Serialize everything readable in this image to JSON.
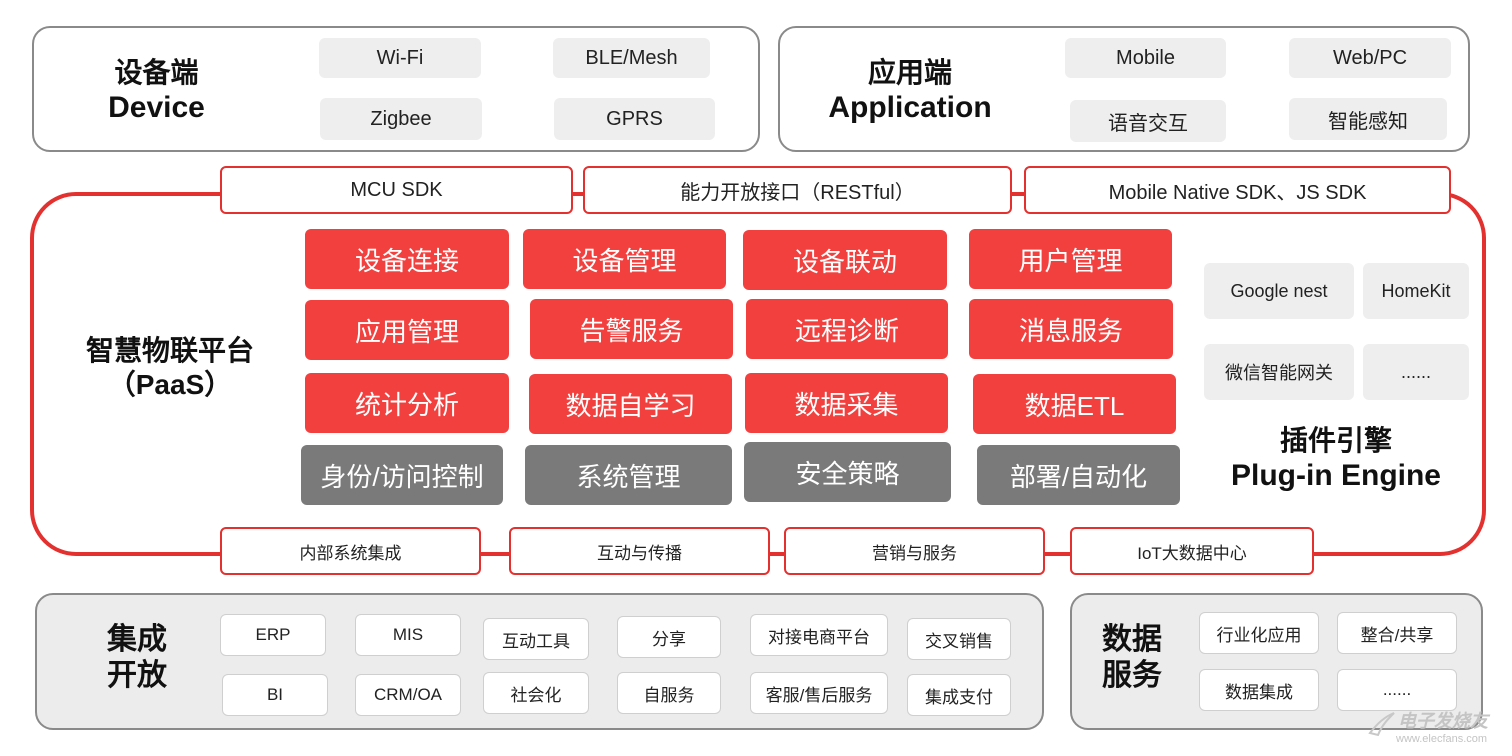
{
  "device": {
    "title_cn": "设备端",
    "title_en": "Device",
    "items": [
      "Wi-Fi",
      "BLE/Mesh",
      "Zigbee",
      "GPRS"
    ]
  },
  "application": {
    "title_cn": "应用端",
    "title_en": "Application",
    "items": [
      "Mobile",
      "Web/PC",
      "语音交互",
      "智能感知"
    ]
  },
  "top_interfaces": [
    "MCU SDK",
    "能力开放接口（RESTful）",
    "Mobile Native SDK、JS SDK"
  ],
  "platform": {
    "title_cn": "智慧物联平台",
    "title_paas": "（PaaS）",
    "red_modules": [
      "设备连接",
      "设备管理",
      "设备联动",
      "用户管理",
      "应用管理",
      "告警服务",
      "远程诊断",
      "消息服务",
      "统计分析",
      "数据自学习",
      "数据采集",
      "数据ETL"
    ],
    "gray_modules": [
      "身份/访问控制",
      "系统管理",
      "安全策略",
      "部署/自动化"
    ]
  },
  "plugin": {
    "items": [
      "Google nest",
      "HomeKit",
      "微信智能网关",
      "......"
    ],
    "title_cn": "插件引擎",
    "title_en": "Plug-in Engine"
  },
  "bottom_interfaces": [
    "内部系统集成",
    "互动与传播",
    "营销与服务",
    "IoT大数据中心"
  ],
  "integration": {
    "title_line1": "集成",
    "title_line2": "开放",
    "items": [
      "ERP",
      "MIS",
      "互动工具",
      "分享",
      "对接电商平台",
      "交叉销售",
      "BI",
      "CRM/OA",
      "社会化",
      "自服务",
      "客服/售后服务",
      "集成支付"
    ]
  },
  "data_service": {
    "title_line1": "数据",
    "title_line2": "服务",
    "items": [
      "行业化应用",
      "整合/共享",
      "数据集成",
      "......"
    ]
  },
  "watermark": {
    "text_cn": "电子发烧友",
    "text_url": "www.elecfans.com"
  },
  "colors": {
    "accent_red": "#f2403f",
    "border_red": "#e3312f",
    "module_gray": "#7a7a7a",
    "panel_gray": "#ececec"
  }
}
